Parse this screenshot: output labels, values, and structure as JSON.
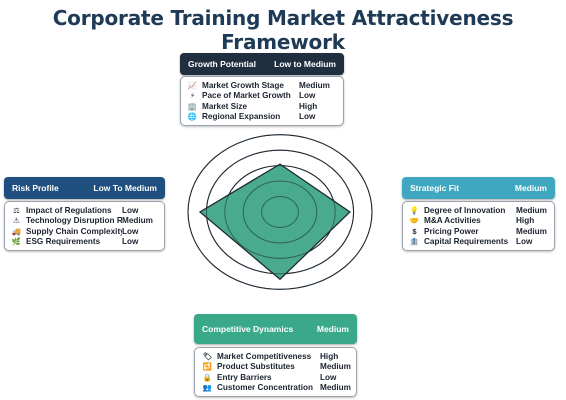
{
  "title": "Corporate Training Market Attractiveness Framework",
  "colors": {
    "growth_header": "#1f2f3f",
    "risk_header": "#1e4f7f",
    "strategic_header": "#3fa7c0",
    "competitive_header": "#3aa98a",
    "radar_fill": "#3fa586",
    "radar_stroke": "#1f2a33"
  },
  "radar": {
    "levels": 5,
    "shape": "diamond",
    "axes": [
      "Growth Potential",
      "Strategic Fit",
      "Competitive Dynamics",
      "Risk Profile"
    ],
    "values": [
      0.62,
      0.76,
      0.87,
      0.87
    ]
  },
  "panels": {
    "growth": {
      "title": "Growth Potential",
      "rating": "Low to Medium",
      "items": [
        {
          "icon": "chart-icon",
          "glyph": "📈",
          "label": "Market Growth Stage",
          "value": "Medium"
        },
        {
          "icon": "lightning-icon",
          "glyph": "⚡",
          "label": "Pace of Market Growth",
          "value": "Low"
        },
        {
          "icon": "building-icon",
          "glyph": "🏢",
          "label": "Market Size",
          "value": "High"
        },
        {
          "icon": "globe-icon",
          "glyph": "🌐",
          "label": "Regional Expansion",
          "value": "Low"
        }
      ]
    },
    "risk": {
      "title": "Risk Profile",
      "rating": "Low To Medium",
      "items": [
        {
          "icon": "scales-icon",
          "glyph": "⚖",
          "label": "Impact of Regulations",
          "value": "Low"
        },
        {
          "icon": "warning-icon",
          "glyph": "⚠",
          "label": "Technology Disruption Risk",
          "value": "Medium"
        },
        {
          "icon": "truck-icon",
          "glyph": "🚚",
          "label": "Supply Chain Complexity",
          "value": "Low"
        },
        {
          "icon": "leaf-icon",
          "glyph": "🌿",
          "label": "ESG Requirements",
          "value": "Low"
        }
      ]
    },
    "strategic": {
      "title": "Strategic Fit",
      "rating": "Medium",
      "items": [
        {
          "icon": "lightbulb-icon",
          "glyph": "💡",
          "label": "Degree of Innovation",
          "value": "Medium"
        },
        {
          "icon": "handshake-icon",
          "glyph": "🤝",
          "label": "M&A Activities",
          "value": "High"
        },
        {
          "icon": "dollar-icon",
          "glyph": "$",
          "label": "Pricing Power",
          "value": "Medium"
        },
        {
          "icon": "bank-icon",
          "glyph": "🏦",
          "label": "Capital Requirements",
          "value": "Low"
        }
      ]
    },
    "competitive": {
      "title": "Competitive Dynamics",
      "rating": "Medium",
      "items": [
        {
          "icon": "tag-icon",
          "glyph": "🏷",
          "label": "Market Competitiveness",
          "value": "High"
        },
        {
          "icon": "swap-icon",
          "glyph": "🔁",
          "label": "Product Substitutes",
          "value": "Medium"
        },
        {
          "icon": "lock-icon",
          "glyph": "🔒",
          "label": "Entry Barriers",
          "value": "Low"
        },
        {
          "icon": "people-icon",
          "glyph": "👥",
          "label": "Customer Concentration",
          "value": "Medium"
        }
      ]
    }
  }
}
